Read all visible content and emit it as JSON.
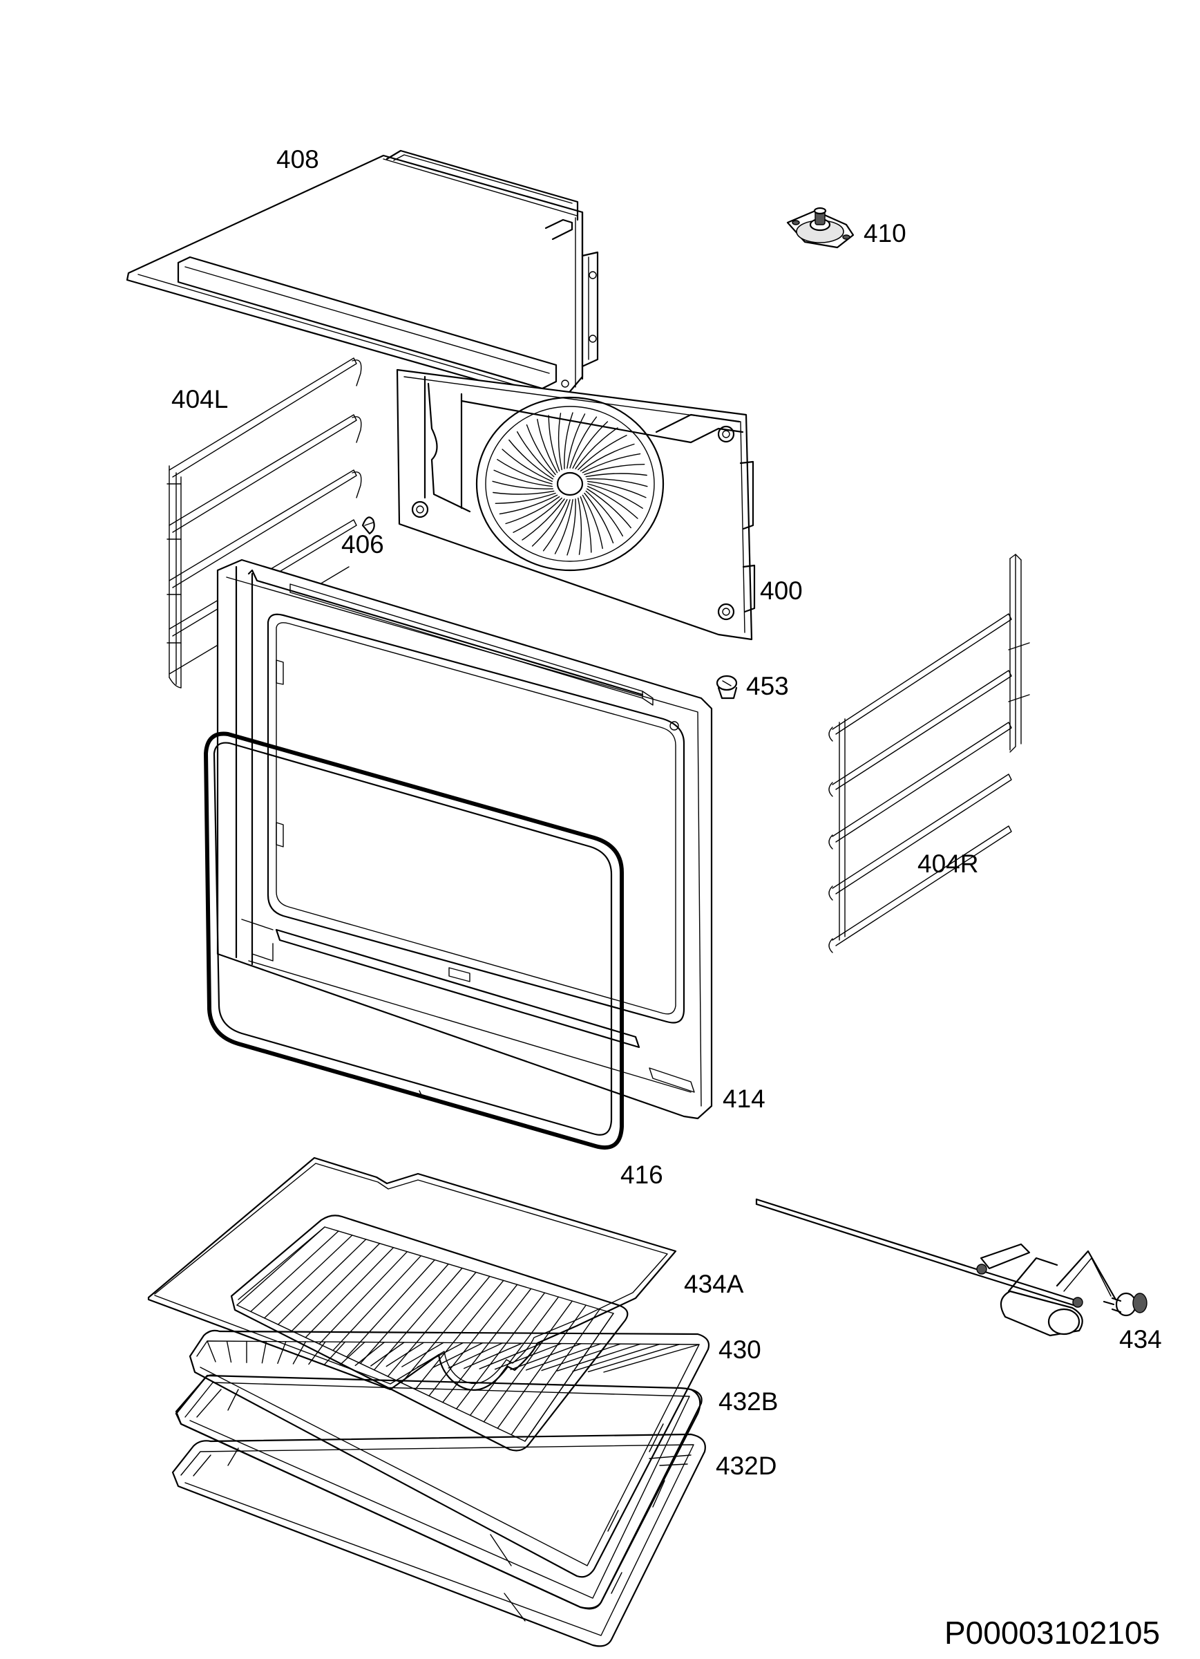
{
  "labels": {
    "p408": "408",
    "p410": "410",
    "p404L": "404L",
    "p406": "406",
    "p400": "400",
    "p453": "453",
    "p404R": "404R",
    "p414": "414",
    "p416": "416",
    "p434A": "434A",
    "p430": "430",
    "p432B": "432B",
    "p432D": "432D",
    "p434": "434"
  },
  "reference_code": "P00003102105"
}
